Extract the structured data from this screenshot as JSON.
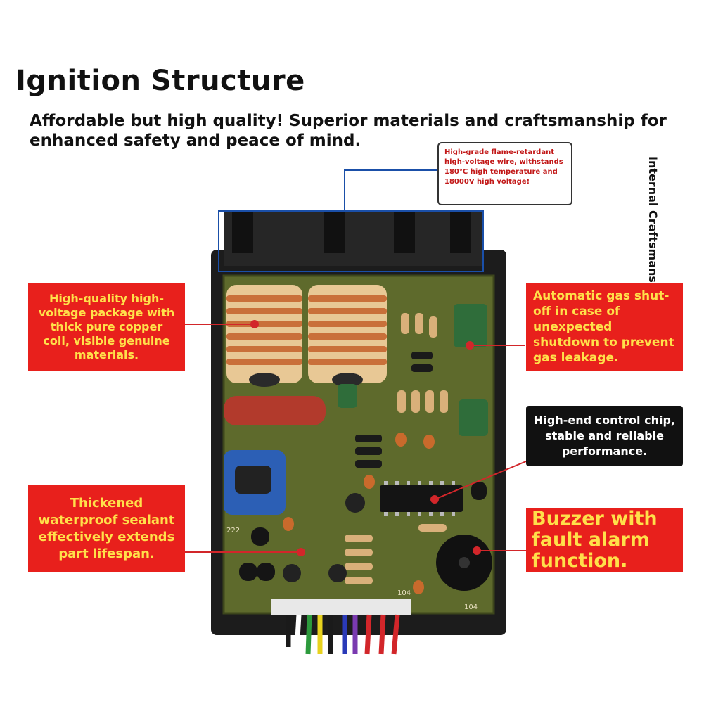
{
  "header": {
    "title": "Ignition Structure",
    "subtitle": "Affordable but high quality! Superior materials and craftsmanship for enhanced safety and peace of mind.",
    "side_label": "Internal Craftsmanship"
  },
  "callouts": {
    "wire": "High-grade flame-retardant high-voltage wire, withstands 180°C high temperature and 18000V high voltage!",
    "coil": "High-quality high-voltage package with thick pure copper coil, visible genuine materials.",
    "gas": "Automatic gas shut-off in case of unexpected shutdown to prevent gas leakage.",
    "chip": "High-end control chip, stable and reliable performance.",
    "sealant": "Thickened waterproof sealant effectively extends part lifespan.",
    "buzzer": "Buzzer with fault alarm function."
  },
  "pcb_labels": {
    "label_222": "222",
    "label_104a": "104",
    "label_104b": "104"
  },
  "colors": {
    "callout_red": "#e8201c",
    "callout_text_yellow": "#ffe04a",
    "pcb_green": "#5e6a2c",
    "housing_black": "#1c1c1c",
    "wire_frame_blue": "#1a4fa8"
  }
}
